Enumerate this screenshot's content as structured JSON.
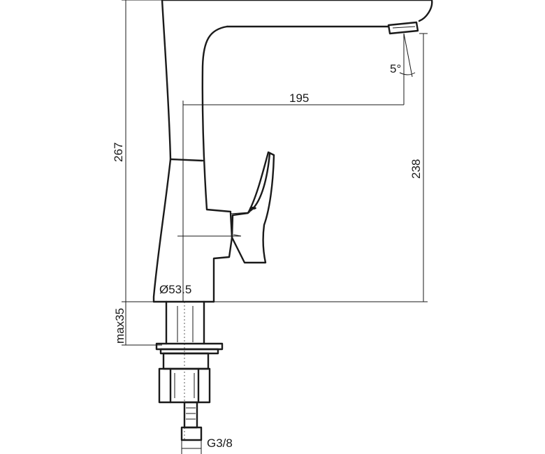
{
  "drawing": {
    "labels": {
      "spout_angle": "5°",
      "spout_reach": "195",
      "total_height": "267",
      "spout_height": "238",
      "base_diameter": "Ø53.5",
      "max_mount_thickness": "max35",
      "connection_thread": "G3/8"
    }
  }
}
